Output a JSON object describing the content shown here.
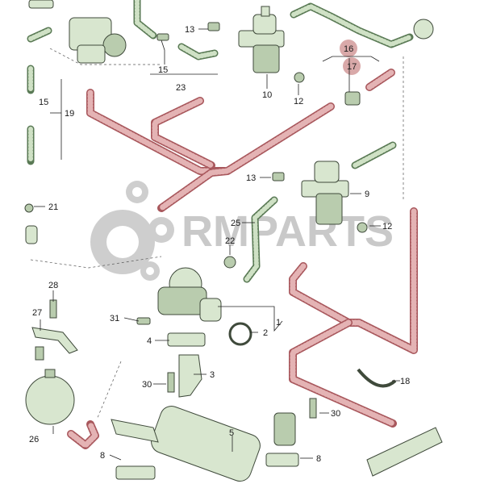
{
  "watermark": "RMPARTS",
  "callouts": {
    "c1": "1",
    "c2": "2",
    "c3": "3",
    "c4": "4",
    "c5": "5",
    "c8": "8",
    "c9": "9",
    "c10": "10",
    "c12a": "12",
    "c12b": "12",
    "c13a": "13",
    "c13b": "13",
    "c15a": "15",
    "c15b": "15",
    "c16": "16",
    "c17": "17",
    "c18": "18",
    "c19": "19",
    "c21": "21",
    "c22": "22",
    "c23": "23",
    "c25": "25",
    "c26": "26",
    "c27": "27",
    "c28": "28",
    "c30a": "30",
    "c30b": "30",
    "c31": "31"
  },
  "colors": {
    "hose_red": "#a8575c",
    "hose_green": "#5a7a55",
    "part_fill": "#d8e6cf",
    "highlight_circle": "#d9a9a9"
  }
}
